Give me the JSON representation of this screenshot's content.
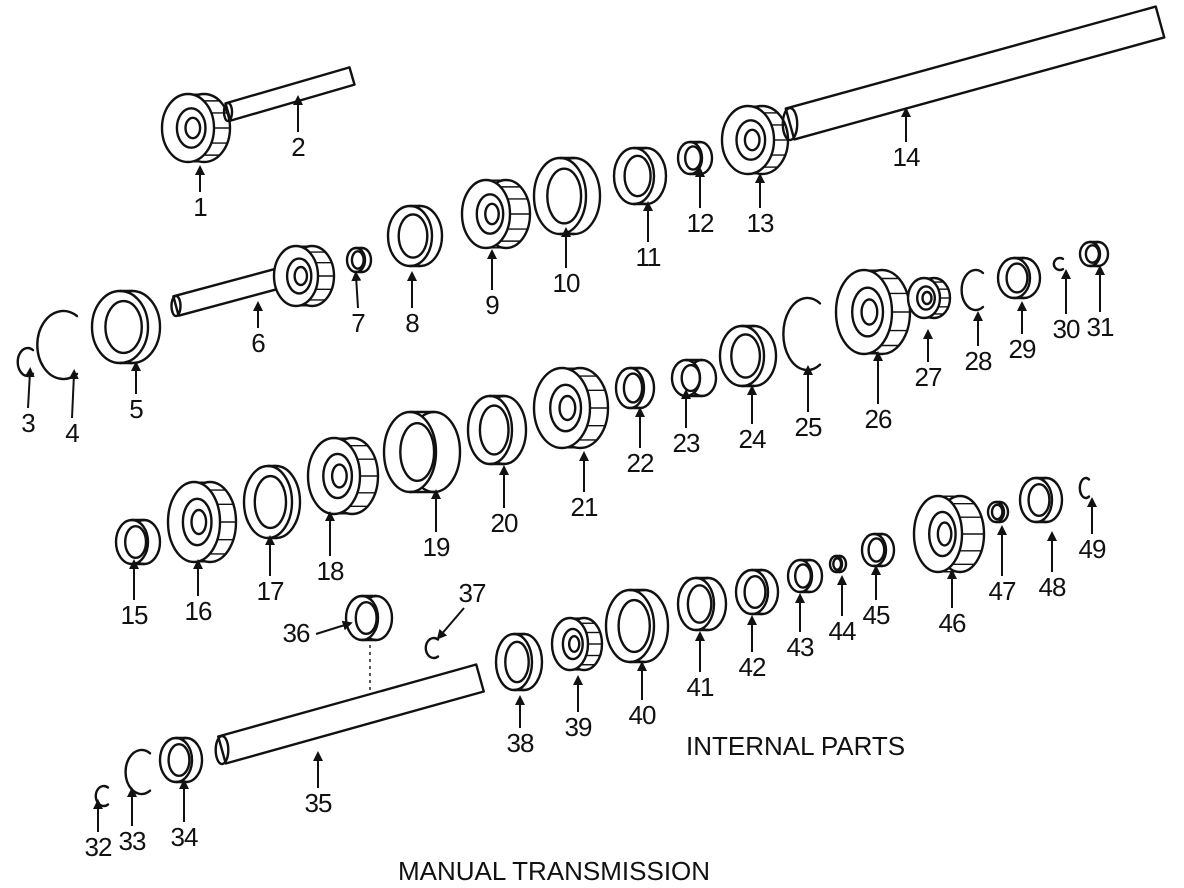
{
  "diagram": {
    "caption_internal": "INTERNAL PARTS",
    "caption_main": "MANUAL TRANSMISSION",
    "callouts": [
      "1",
      "2",
      "3",
      "4",
      "5",
      "6",
      "7",
      "8",
      "9",
      "10",
      "11",
      "12",
      "13",
      "14",
      "15",
      "16",
      "17",
      "18",
      "19",
      "20",
      "21",
      "22",
      "23",
      "24",
      "25",
      "26",
      "27",
      "28",
      "29",
      "30",
      "31",
      "32",
      "33",
      "34",
      "35",
      "36",
      "37",
      "38",
      "39",
      "40",
      "41",
      "42",
      "43",
      "44",
      "45",
      "46",
      "47",
      "48",
      "49"
    ]
  }
}
